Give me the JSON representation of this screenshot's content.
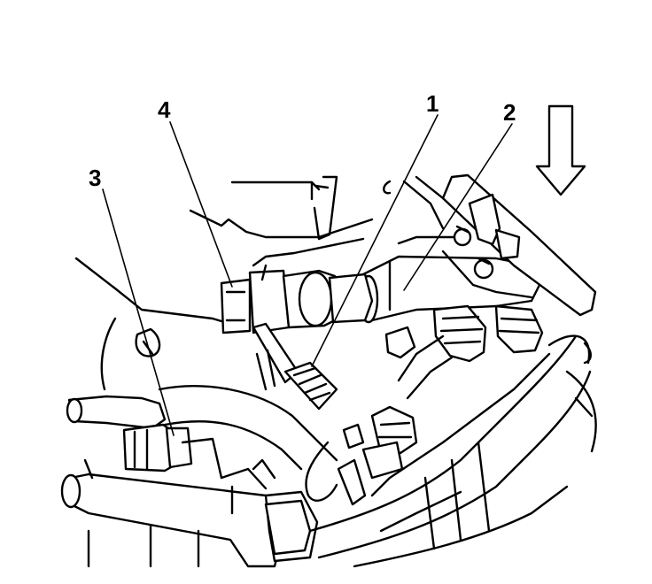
{
  "callouts": {
    "one": "1",
    "two": "2",
    "three": "3",
    "four": "4"
  },
  "icons": {
    "direction": "arrow-down-icon"
  }
}
